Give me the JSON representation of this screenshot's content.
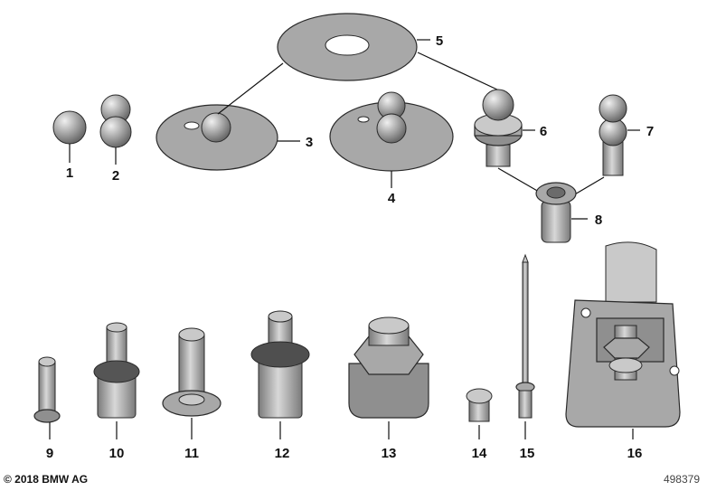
{
  "parts": [
    {
      "id": "label-1",
      "text": "1"
    },
    {
      "id": "label-2",
      "text": "2"
    },
    {
      "id": "label-3",
      "text": "3"
    },
    {
      "id": "label-4",
      "text": "4"
    },
    {
      "id": "label-5",
      "text": "5"
    },
    {
      "id": "label-6",
      "text": "6"
    },
    {
      "id": "label-7",
      "text": "7"
    },
    {
      "id": "label-8",
      "text": "8"
    },
    {
      "id": "label-9",
      "text": "9"
    },
    {
      "id": "label-10",
      "text": "10"
    },
    {
      "id": "label-11",
      "text": "11"
    },
    {
      "id": "label-12",
      "text": "12"
    },
    {
      "id": "label-13",
      "text": "13"
    },
    {
      "id": "label-14",
      "text": "14"
    },
    {
      "id": "label-15",
      "text": "15"
    },
    {
      "id": "label-16",
      "text": "16"
    }
  ],
  "footer": {
    "copyright": "© 2018 BMW AG",
    "diagram_number": "498379"
  },
  "colors": {
    "part_fill": "#a8a8a8",
    "part_shadow": "#8f8f8f",
    "outline": "#2a2a2a",
    "label": "#111111"
  }
}
